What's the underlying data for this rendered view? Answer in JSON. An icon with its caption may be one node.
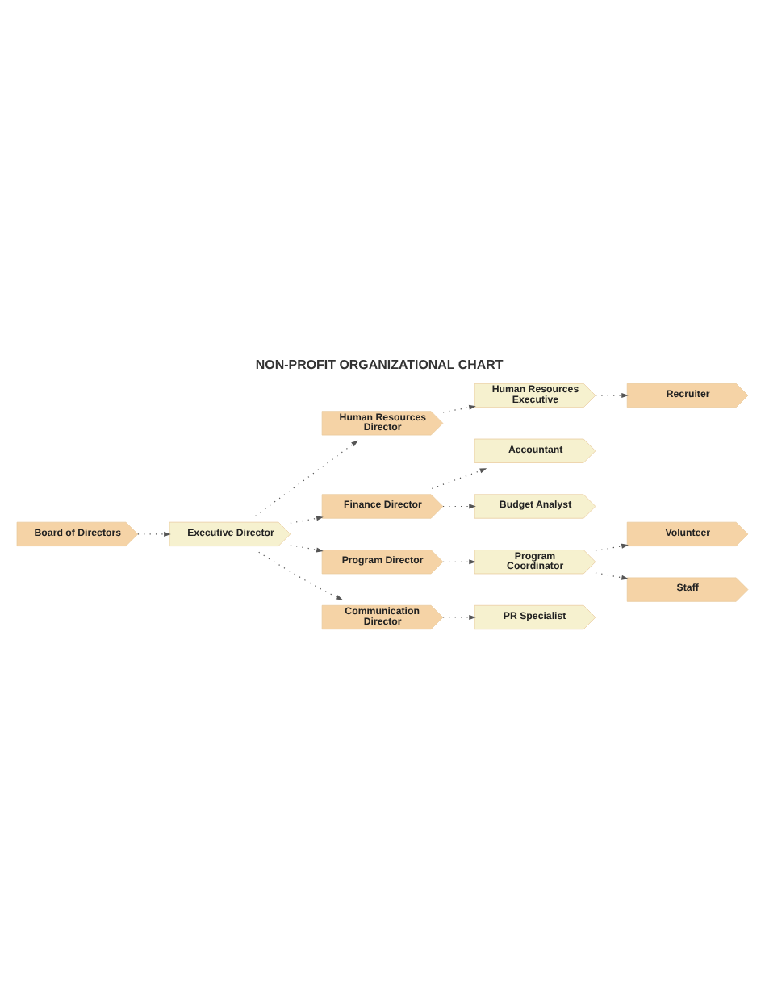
{
  "diagram": {
    "title": "NON-PROFIT ORGANIZATIONAL CHART",
    "nodes": [
      {
        "text": [
          "Board of Directors"
        ]
      },
      {
        "text": [
          "Executive Director"
        ]
      },
      {
        "text": [
          "Human Resources Director"
        ]
      },
      {
        "text": [
          "Human Resources Executive"
        ]
      },
      {
        "text": [
          "Recruiter"
        ]
      },
      {
        "text": [
          "Finance Director"
        ]
      },
      {
        "text": [
          "Accountant"
        ]
      },
      {
        "text": [
          "Budget Analyst"
        ]
      },
      {
        "text": [
          "Program Director"
        ]
      },
      {
        "text": [
          "Program Coordinator"
        ]
      },
      {
        "text": [
          "Volunteer"
        ]
      },
      {
        "text": [
          "Staff"
        ]
      },
      {
        "text": [
          "Communication Director"
        ]
      },
      {
        "text": [
          "PR Specialist"
        ]
      }
    ],
    "edges": [
      {
        "from": 0,
        "to": 1,
        "arrow": "to"
      },
      {
        "from": 1,
        "to": 2,
        "arrow": "to"
      },
      {
        "from": 1,
        "to": 5,
        "arrow": "to"
      },
      {
        "from": 1,
        "to": 8,
        "arrow": "to"
      },
      {
        "from": 1,
        "to": 12,
        "arrow": "to"
      },
      {
        "from": 2,
        "to": 3,
        "arrow": "to"
      },
      {
        "from": 3,
        "to": 4,
        "arrow": "to"
      },
      {
        "from": 5,
        "to": 6,
        "arrow": "to"
      },
      {
        "from": 5,
        "to": 7,
        "arrow": "to"
      },
      {
        "from": 8,
        "to": 9,
        "arrow": "to"
      },
      {
        "from": 9,
        "to": 10,
        "arrow": "to"
      },
      {
        "from": 9,
        "to": 11,
        "arrow": "to"
      },
      {
        "from": 12,
        "to": 13,
        "arrow": "to"
      }
    ]
  }
}
